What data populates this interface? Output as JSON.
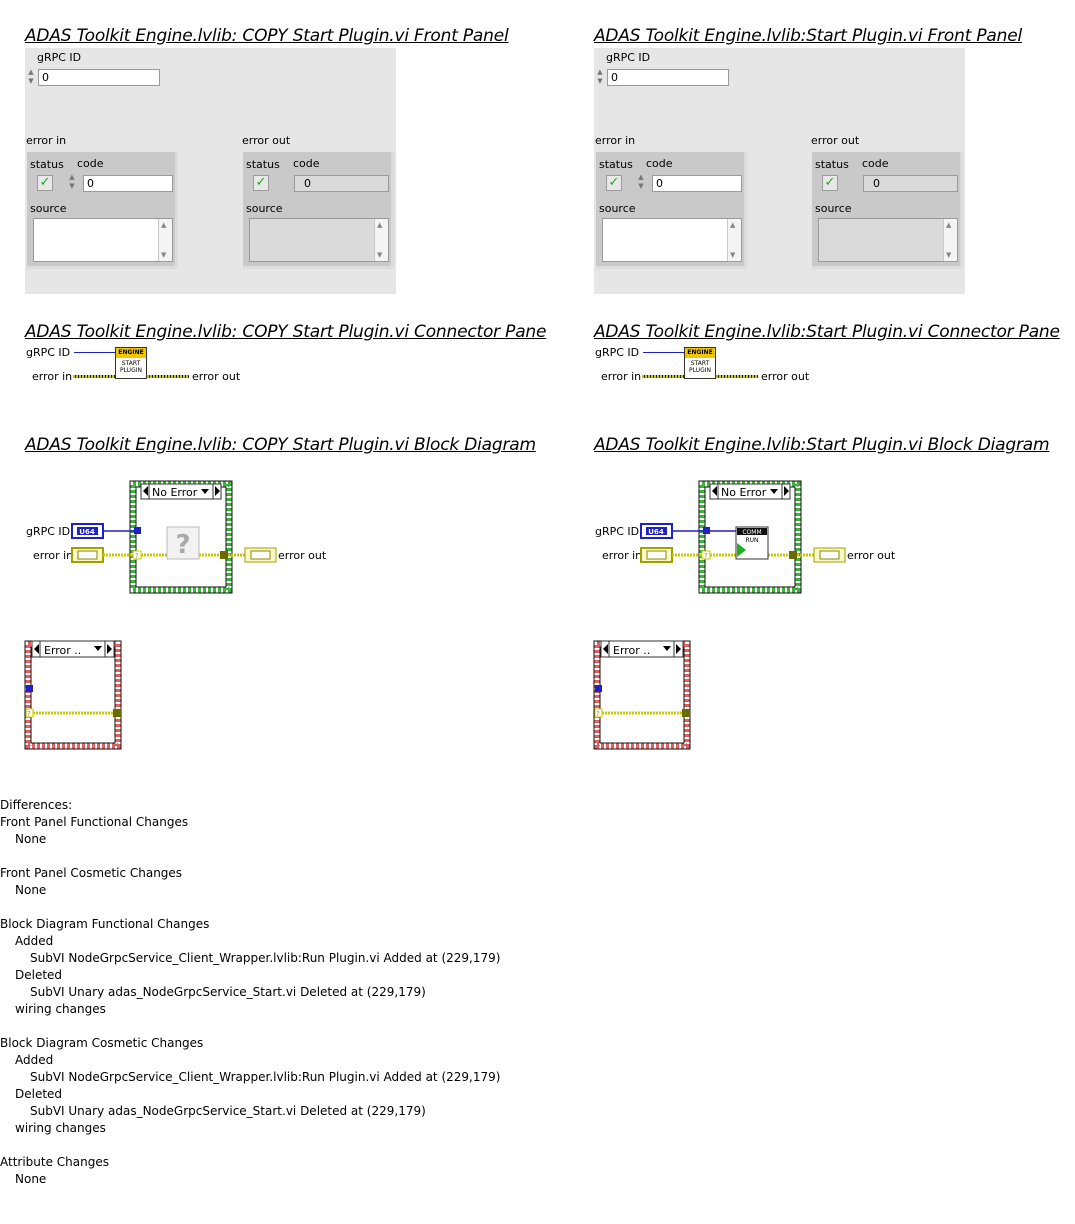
{
  "left": {
    "front_panel_title": "ADAS Toolkit Engine.lvlib:  COPY  Start Plugin.vi Front Panel",
    "connector_title": "ADAS Toolkit Engine.lvlib:  COPY  Start Plugin.vi Connector Pane",
    "block_title": "ADAS Toolkit Engine.lvlib:  COPY  Start Plugin.vi Block Diagram",
    "grpc_label": "gRPC ID",
    "grpc_value": "0",
    "error_in_label": "error in",
    "error_out_label": "error out",
    "status_label": "status",
    "code_label": "code",
    "code_value": "0",
    "source_label": "source",
    "conn_grpc": "gRPC ID",
    "conn_error_in": "error in",
    "conn_error_out": "error out",
    "icon_top": "ENGINE",
    "icon_line1": "START",
    "icon_line2": "PLUGIN",
    "case_selector": "No Error",
    "case_selector2": "Error ..",
    "bd_grpc": "gRPC ID",
    "bd_error_in": "error in",
    "bd_error_out": "error out",
    "u64": "U64",
    "missing_glyph": "?"
  },
  "right": {
    "front_panel_title": "ADAS Toolkit Engine.lvlib:Start Plugin.vi Front Panel",
    "connector_title": "ADAS Toolkit Engine.lvlib:Start Plugin.vi Connector Pane",
    "block_title": "ADAS Toolkit Engine.lvlib:Start Plugin.vi Block Diagram",
    "grpc_label": "gRPC ID",
    "grpc_value": "0",
    "error_in_label": "error in",
    "error_out_label": "error out",
    "status_label": "status",
    "code_label": "code",
    "code_value": "0",
    "source_label": "source",
    "conn_grpc": "gRPC ID",
    "conn_error_in": "error in",
    "conn_error_out": "error out",
    "icon_top": "ENGINE",
    "icon_line1": "START",
    "icon_line2": "PLUGIN",
    "case_selector": "No Error",
    "case_selector2": "Error ..",
    "bd_grpc": "gRPC ID",
    "bd_error_in": "error in",
    "bd_error_out": "error out",
    "u64": "U64",
    "subvi_top": "COMM",
    "subvi_line": "RUN"
  },
  "differences": {
    "heading": "Differences:",
    "lines": [
      "Front Panel Functional Changes",
      "None",
      "Front Panel Cosmetic Changes",
      "None",
      "Block Diagram Functional Changes",
      "Added",
      "SubVI NodeGrpcService_Client_Wrapper.lvlib:Run Plugin.vi Added at (229,179)",
      "Deleted",
      "SubVI Unary adas_NodeGrpcService_Start.vi Deleted at (229,179)",
      "wiring changes",
      "Block Diagram Cosmetic Changes",
      "Added",
      "SubVI NodeGrpcService_Client_Wrapper.lvlib:Run Plugin.vi Added at (229,179)",
      "Deleted",
      "SubVI Unary adas_NodeGrpcService_Start.vi Deleted at (229,179)",
      "wiring changes",
      "Attribute Changes",
      "None"
    ]
  },
  "colors": {
    "panel_bg": "#e6e6e6",
    "cluster_bg": "#c9c9c9",
    "numeric_blue": "#2020c8",
    "error_wire": "#c8c800",
    "case_green": "#3cb43c",
    "case_red": "#e06060",
    "icon_yellow": "#f0c800",
    "check_green": "#22a022"
  },
  "icons": {
    "spinner": "up-down-arrows",
    "status_check": "green-check-mark",
    "scroll": "scroll-up-down-arrows",
    "case_arrows": "left-right-triangles",
    "dropdown": "down-triangle",
    "run_arrow": "green-run-arrow"
  }
}
